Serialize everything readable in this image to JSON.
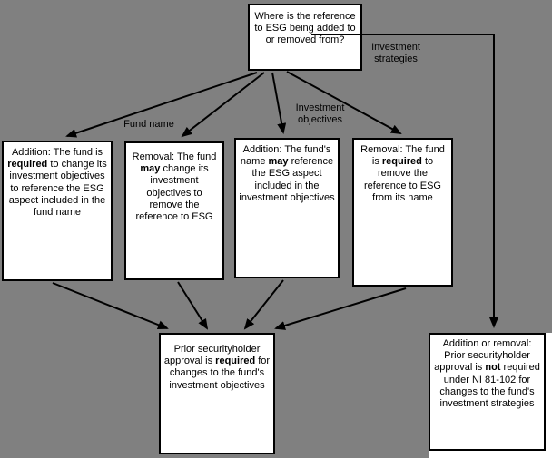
{
  "canvas": {
    "background_color": "#808080",
    "node_fill": "#ffffff",
    "line_color": "#000000"
  },
  "nodes": {
    "question": {
      "segments": [
        {
          "t": "Where is the reference to ESG being added to or removed from?"
        }
      ]
    },
    "addition_fund_name": {
      "segments": [
        {
          "t": "Addition: The fund is "
        },
        {
          "t": "required",
          "b": true
        },
        {
          "t": " to change its investment objectives to reference the ESG aspect included in the fund name"
        }
      ]
    },
    "removal_objectives": {
      "segments": [
        {
          "t": "Removal: The fund "
        },
        {
          "t": "may",
          "b": true
        },
        {
          "t": " change its investment objectives to remove the reference to ESG"
        }
      ]
    },
    "addition_objectives": {
      "segments": [
        {
          "t": "Addition: The fund's name "
        },
        {
          "t": "may",
          "b": true
        },
        {
          "t": " reference the ESG aspect included in the investment objectives"
        }
      ]
    },
    "removal_name": {
      "segments": [
        {
          "t": "Removal: The fund is "
        },
        {
          "t": "required",
          "b": true
        },
        {
          "t": " to remove the reference to ESG from its name"
        }
      ]
    },
    "approval_required": {
      "segments": [
        {
          "t": "Prior securityholder approval is "
        },
        {
          "t": "required",
          "b": true
        },
        {
          "t": " for changes to the fund's investment objectives"
        }
      ]
    },
    "approval_not_required": {
      "segments": [
        {
          "t": "Addition or removal: Prior securityholder approval is "
        },
        {
          "t": "not",
          "b": true
        },
        {
          "t": " required under NI 81-102 for changes to the fund's investment strategies"
        }
      ]
    }
  },
  "edge_labels": {
    "fund_name": "Fund name",
    "investment_objectives": "Investment objectives",
    "investment_strategies": "Investment strategies"
  }
}
